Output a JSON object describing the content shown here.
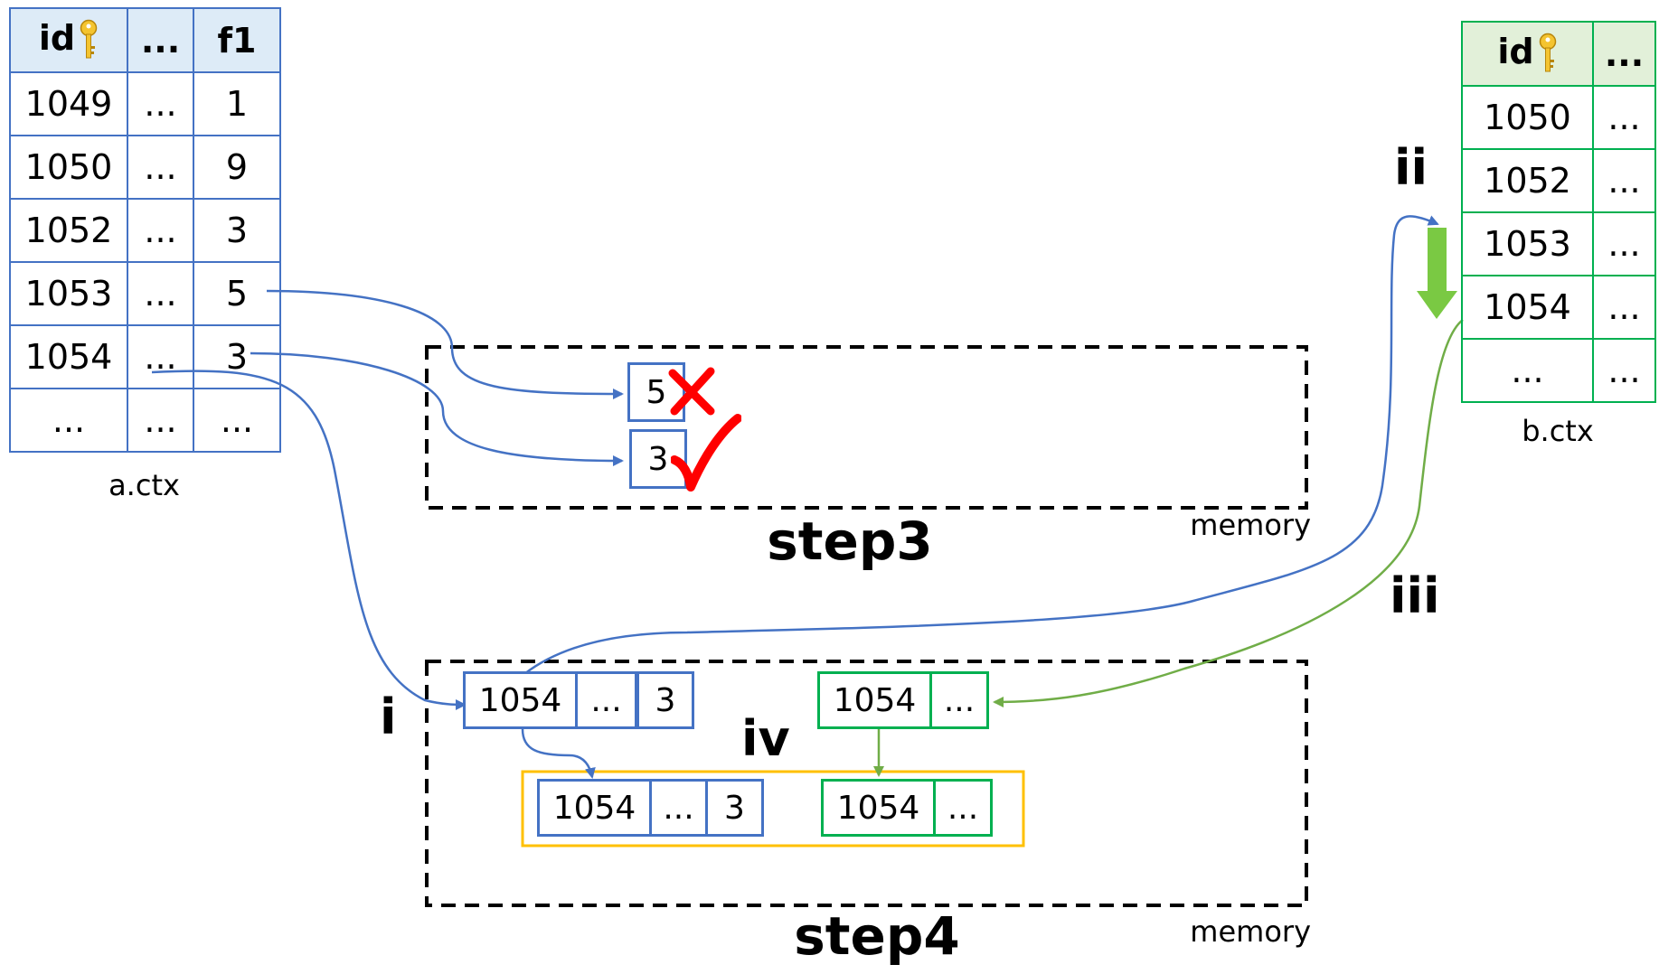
{
  "table_a": {
    "caption": "a.ctx",
    "headers": [
      "id",
      "...",
      "f1"
    ],
    "rows": [
      [
        "1049",
        "...",
        "1"
      ],
      [
        "1050",
        "...",
        "9"
      ],
      [
        "1052",
        "...",
        "3"
      ],
      [
        "1053",
        "...",
        "5"
      ],
      [
        "1054",
        "...",
        "3"
      ],
      [
        "...",
        "...",
        "..."
      ]
    ]
  },
  "table_b": {
    "caption": "b.ctx",
    "headers": [
      "id",
      "..."
    ],
    "rows": [
      [
        "1050",
        "..."
      ],
      [
        "1052",
        "..."
      ],
      [
        "1053",
        "..."
      ],
      [
        "1054",
        "..."
      ],
      [
        "...",
        "..."
      ]
    ]
  },
  "step3": {
    "title": "step3",
    "memory_label": "memory",
    "values": [
      {
        "value": "5",
        "status": "rejected"
      },
      {
        "value": "3",
        "status": "accepted"
      }
    ]
  },
  "step4": {
    "title": "step4",
    "memory_label": "memory",
    "a_record": [
      "1054",
      "...",
      "3"
    ],
    "b_record": [
      "1054",
      "..."
    ],
    "joined_a": [
      "1054",
      "...",
      "3"
    ],
    "joined_b": [
      "1054",
      "..."
    ]
  },
  "labels": {
    "i": "i",
    "ii": "ii",
    "iii": "iii",
    "iv": "iv"
  },
  "colors": {
    "blue": "#4472C4",
    "green": "#00B050",
    "green_arrow": "#70AD47",
    "orange": "#FFC000",
    "red": "#FF0000"
  },
  "icons": [
    "key-icon",
    "cross-icon",
    "check-icon"
  ]
}
